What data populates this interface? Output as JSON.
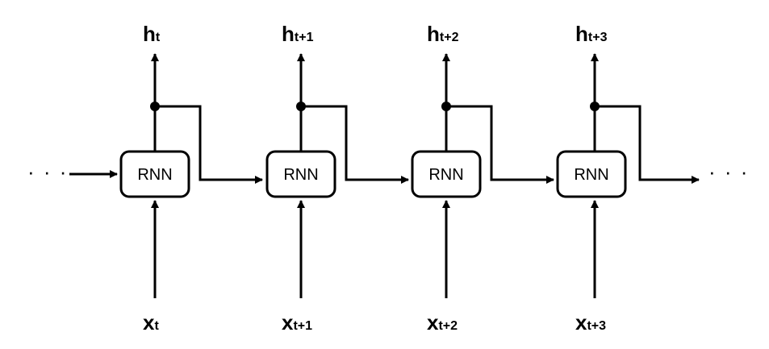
{
  "cell_label": "RNN",
  "ellipsis_left": "· · ·",
  "ellipsis_right": "· · ·",
  "steps": [
    {
      "h_main": "h",
      "h_sub": "t",
      "x_main": "x",
      "x_sub": "t"
    },
    {
      "h_main": "h",
      "h_sub": "t+1",
      "x_main": "x",
      "x_sub": "t+1"
    },
    {
      "h_main": "h",
      "h_sub": "t+2",
      "x_main": "x",
      "x_sub": "t+2"
    },
    {
      "h_main": "h",
      "h_sub": "t+3",
      "x_main": "x",
      "x_sub": "t+3"
    }
  ]
}
